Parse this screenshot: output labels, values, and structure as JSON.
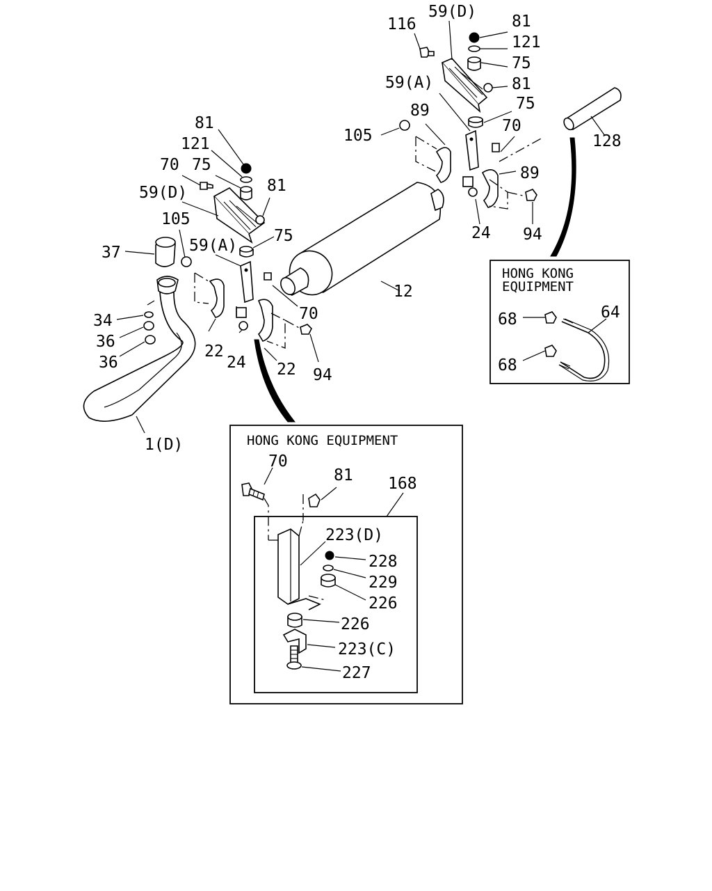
{
  "main": {
    "labels": {
      "p116": "116",
      "p59d_top": "59(D)",
      "p81_top1": "81",
      "p121_top": "121",
      "p75_top1": "75",
      "p81_top2": "81",
      "p59a_top": "59(A)",
      "p75_top2": "75",
      "p89_top": "89",
      "p70_top": "70",
      "p105_top": "105",
      "p128": "128",
      "p89_right": "89",
      "p24_right": "24",
      "p94_right": "94",
      "p81_left": "81",
      "p121_left": "121",
      "p70_left": "70",
      "p75_left1": "75",
      "p59d_left": "59(D)",
      "p81_left2": "81",
      "p105_left": "105",
      "p75_left2": "75",
      "p59a_left": "59(A)",
      "p37": "37",
      "p12": "12",
      "p70_mid": "70",
      "p34": "34",
      "p36a": "36",
      "p36b": "36",
      "p22a": "22",
      "p24_left": "24",
      "p22b": "22",
      "p94_left": "94",
      "p1d": "1(D)"
    }
  },
  "inset_right": {
    "title_line1": "HONG KONG",
    "title_line2": "EQUIPMENT",
    "labels": {
      "p68a": "68",
      "p64": "64",
      "p68b": "68"
    }
  },
  "inset_bottom": {
    "title": "HONG KONG EQUIPMENT",
    "labels": {
      "p70": "70",
      "p81": "81",
      "p168": "168",
      "p223d": "223(D)",
      "p228": "228",
      "p229": "229",
      "p226a": "226",
      "p226b": "226",
      "p223c": "223(C)",
      "p227": "227"
    }
  }
}
